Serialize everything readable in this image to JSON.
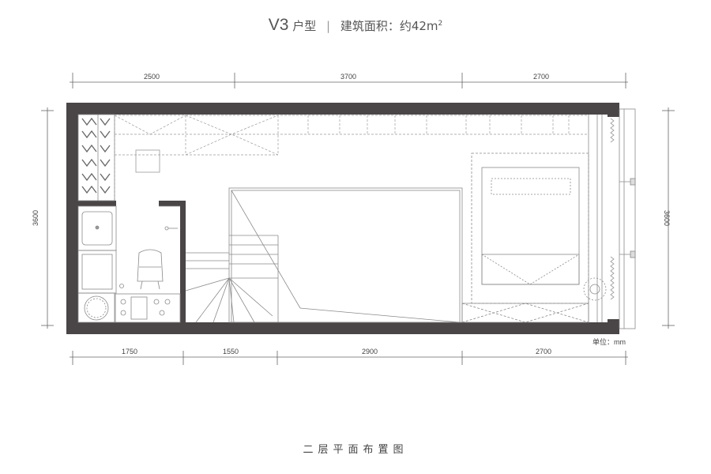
{
  "title": {
    "model": "V3",
    "type": "户型",
    "area_label": "建筑面积：约42m",
    "area_sup": "2"
  },
  "subtitle": "二层平面布置图",
  "unit_label": "单位：mm",
  "dimensions": {
    "top": [
      "2500",
      "3700",
      "2700"
    ],
    "bottom": [
      "1750",
      "1550",
      "2900",
      "2700"
    ],
    "left": "3600",
    "right": "3600"
  },
  "colors": {
    "wall": "#4a4546",
    "line": "#8a8a8a",
    "dash": "#9a9a9a",
    "text": "#444444"
  }
}
